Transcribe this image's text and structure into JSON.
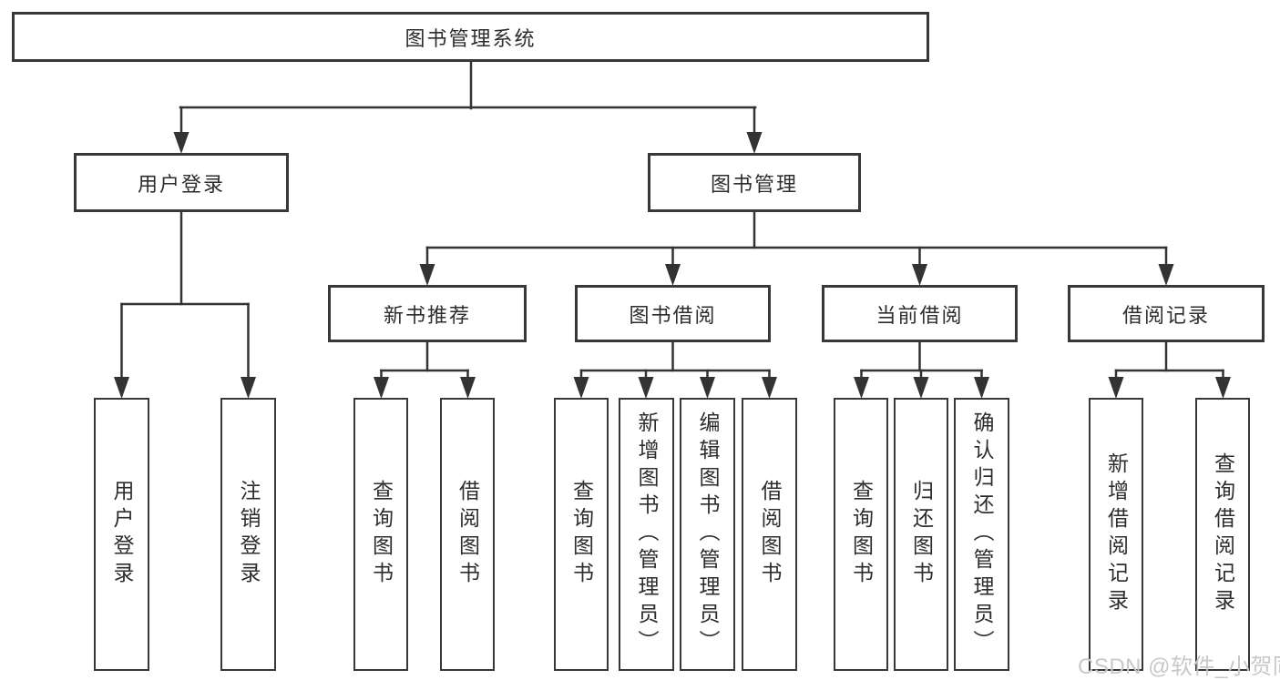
{
  "diagram": {
    "root": {
      "label": "图书管理系统"
    },
    "branches": [
      {
        "label": "用户登录",
        "leaves": [
          "用户登录",
          "注销登录"
        ]
      },
      {
        "label": "图书管理",
        "groups": [
          {
            "label": "新书推荐",
            "leaves": [
              "查询图书",
              "借阅图书"
            ]
          },
          {
            "label": "图书借阅",
            "leaves": [
              "查询图书",
              "新增图书（管理员）",
              "编辑图书（管理员）",
              "借阅图书"
            ]
          },
          {
            "label": "当前借阅",
            "leaves": [
              "查询图书",
              "归还图书",
              "确认归还（管理员）"
            ]
          },
          {
            "label": "借阅记录",
            "leaves": [
              "新增借阅记录",
              "查询借阅记录"
            ]
          }
        ]
      }
    ]
  },
  "watermark": {
    "text": "CSDN @软件_小贺同学"
  },
  "colors": {
    "line": "#333333",
    "box_border": "#383838",
    "text": "#2d2d2d",
    "watermark": "#c8c8c8",
    "background": "#ffffff"
  }
}
